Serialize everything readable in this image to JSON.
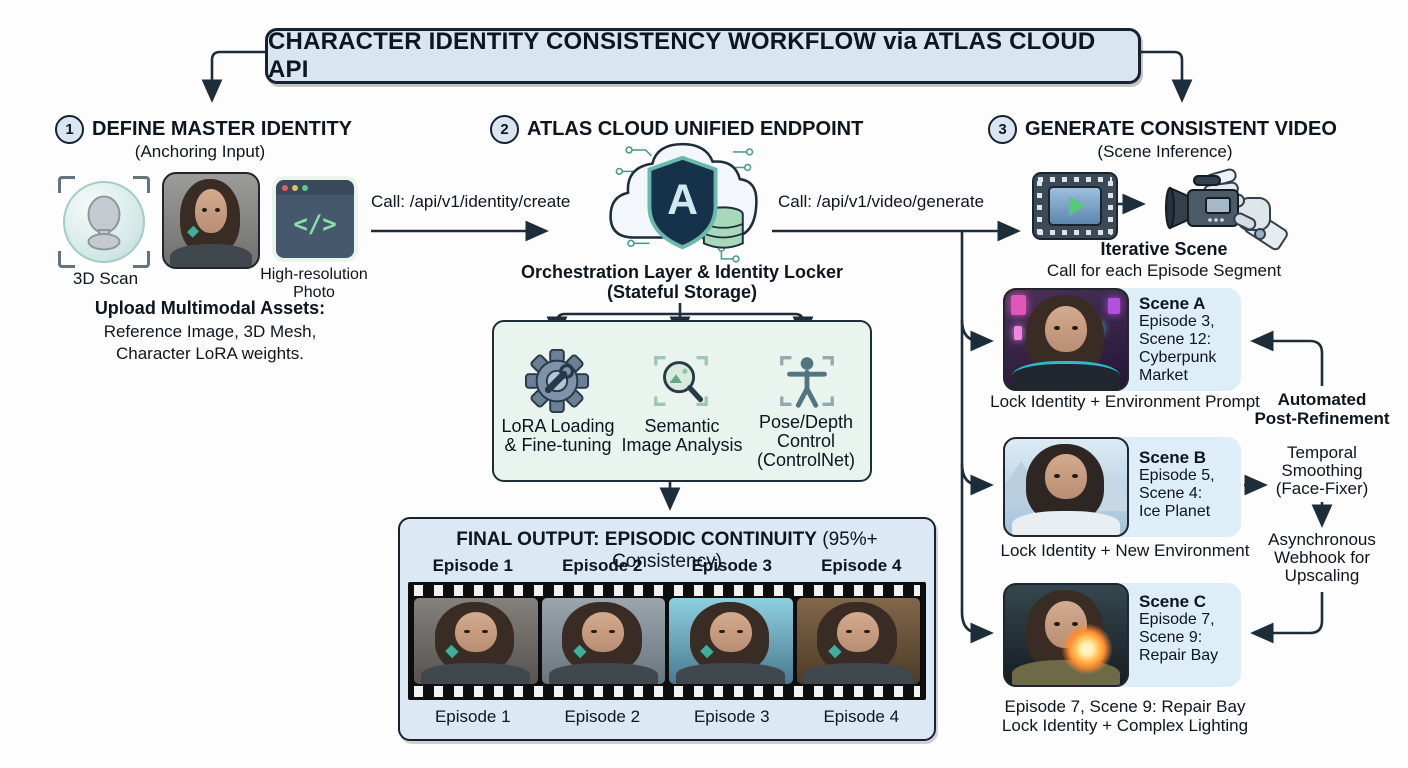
{
  "title": "CHARACTER IDENTITY CONSISTENCY WORKFLOW via ATLAS CLOUD API",
  "colors": {
    "outline": "#1d2d3a",
    "panel_blue": "#d9e5f1",
    "panel_mint": "#e9f4ee",
    "card_blue": "#ddeef8",
    "accent_green": "#7ee0a3"
  },
  "step1": {
    "number": "1",
    "heading": "DEFINE MASTER IDENTITY",
    "subheading": "(Anchoring Input)",
    "assets": {
      "scan_icon": "3d-scan-head-icon",
      "scan_label": "3D Scan",
      "photo_icon": "reference-portrait-image",
      "code_icon": "code-window-icon",
      "code_glyph": "</>",
      "photo_label_lines": [
        "High-resolution",
        "Photo"
      ]
    },
    "upload_heading": "Upload Multimodal Assets:",
    "upload_lines": [
      "Reference Image, 3D Mesh,",
      "Character LoRA weights."
    ]
  },
  "step2": {
    "number": "2",
    "heading": "ATLAS CLOUD UNIFIED ENDPOINT",
    "call_identity": "Call: /api/v1/identity/create",
    "call_video": "Call: /api/v1/video/generate",
    "cloud_icon": "atlas-cloud-shield-database-icon",
    "cloud_letter": "A",
    "orchestration_lines": [
      "Orchestration Layer & Identity Locker",
      "(Stateful Storage)"
    ],
    "modules": [
      {
        "icon": "gear-finetune-icon",
        "lines": [
          "LoRA Loading",
          "& Fine-tuning"
        ]
      },
      {
        "icon": "semantic-magnifier-icon",
        "lines": [
          "Semantic",
          "Image Analysis"
        ]
      },
      {
        "icon": "pose-control-icon",
        "lines": [
          "Pose/Depth",
          "Control",
          "(ControlNet)"
        ]
      }
    ]
  },
  "final_output": {
    "heading_bold": "FINAL OUTPUT: EPISODIC CONTINUITY",
    "heading_normal": " (95%+ Consistency)",
    "episode_headers": [
      "Episode 1",
      "Episode 2",
      "Episode 3",
      "Episode 4"
    ],
    "episode_captions": [
      "Episode 1",
      "Episode 2",
      "Episode 3",
      "Episode 4"
    ]
  },
  "step3": {
    "number": "3",
    "heading": "GENERATE CONSISTENT VIDEO",
    "subheading": "(Scene Inference)",
    "video_icon": "video-frame-play-icon",
    "robot_icon": "robot-hand-camera-icon",
    "iterative_bold": "Iterative Scene",
    "iterative_normal": "Call for each Episode Segment",
    "scenes": [
      {
        "name": "Scene A",
        "image": "cyberpunk-market-scene-image",
        "lines": [
          "Episode 3,",
          "Scene 12:",
          "Cyberpunk",
          "Market"
        ],
        "caption_lines": [
          "Lock Identity + Environment Prompt"
        ]
      },
      {
        "name": "Scene B",
        "image": "ice-planet-scene-image",
        "lines": [
          "Episode 5,",
          "Scene 4:",
          "Ice Planet"
        ],
        "caption_lines": [
          "Lock Identity + New Environment"
        ]
      },
      {
        "name": "Scene C",
        "image": "repair-bay-scene-image",
        "lines": [
          "Episode 7,",
          "Scene 9:",
          "Repair Bay"
        ],
        "caption_lines": [
          "Episode 7, Scene 9: Repair Bay",
          "Lock Identity + Complex Lighting"
        ]
      }
    ],
    "refinement": {
      "heading_lines": [
        "Automated",
        "Post-Refinement"
      ],
      "smoothing_lines": [
        "Temporal",
        "Smoothing",
        "(Face-Fixer)"
      ],
      "webhook_lines": [
        "Asynchronous",
        "Webhook for",
        "Upscaling"
      ]
    }
  }
}
